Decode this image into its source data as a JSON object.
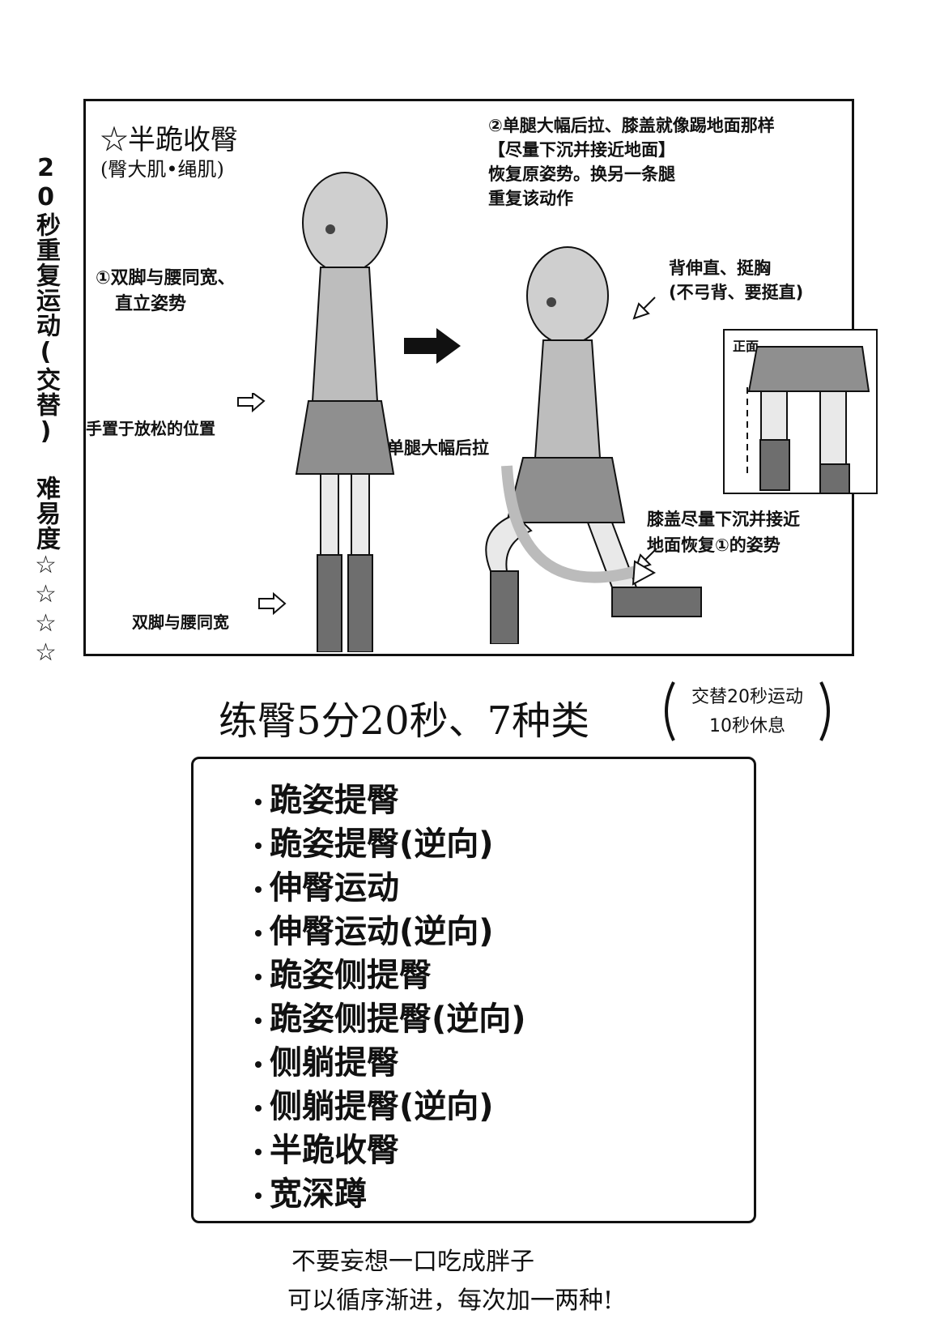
{
  "side_label": "20秒重复运动(交替) 难易度☆☆☆☆",
  "panel": {
    "title": "☆半跪收臀",
    "subtitle": "(臀大肌•绳肌)",
    "step1_line1": "①双脚与腰同宽、",
    "step1_line2": "直立姿势",
    "step2_line1": "②单腿大幅后拉、膝盖就像踢地面那样",
    "step2_line2": "【尽量下沉并接近地面】",
    "step2_line3": "恢复原姿势。换另一条腿",
    "step2_line4": "重复该动作",
    "hands_note": "手置于放松的位置",
    "feet_note": "双脚与腰同宽",
    "leg_back_note": "单腿大幅后拉",
    "back_note_line1": "背伸直、挺胸",
    "back_note_line2": "(不弓背、要挺直)",
    "knee_note_line1": "膝盖尽量下沉并接近",
    "knee_note_line2": "地面恢复①的姿势",
    "inset_label": "正面"
  },
  "heading": {
    "main": "练臀5分20秒、7种类",
    "bracket_line1": "交替20秒运动",
    "bracket_line2": "10秒休息"
  },
  "list": {
    "items": [
      "跪姿提臀",
      "跪姿提臀(逆向)",
      "伸臀运动",
      "伸臀运动(逆向)",
      "跪姿侧提臀",
      "跪姿侧提臀(逆向)",
      "侧躺提臀",
      "侧躺提臀(逆向)",
      "半跪收臀",
      "宽深蹲"
    ]
  },
  "footer": {
    "line1": "不要妄想一口吃成胖子",
    "line2": "可以循序渐进，每次加一两种!"
  }
}
